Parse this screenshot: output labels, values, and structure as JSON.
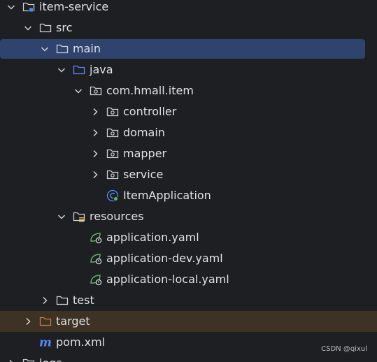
{
  "tree": {
    "items": [
      {
        "id": "item-service",
        "label": "item-service",
        "type": "module",
        "expanded": true
      },
      {
        "id": "src",
        "label": "src",
        "type": "folder",
        "expanded": true
      },
      {
        "id": "main",
        "label": "main",
        "type": "folder",
        "expanded": true,
        "selected": true
      },
      {
        "id": "java",
        "label": "java",
        "type": "source-root",
        "expanded": true
      },
      {
        "id": "package",
        "label": "com.hmall.item",
        "type": "package",
        "expanded": true
      },
      {
        "id": "controller",
        "label": "controller",
        "type": "package",
        "expanded": false
      },
      {
        "id": "domain",
        "label": "domain",
        "type": "package",
        "expanded": false
      },
      {
        "id": "mapper",
        "label": "mapper",
        "type": "package",
        "expanded": false
      },
      {
        "id": "service",
        "label": "service",
        "type": "package",
        "expanded": false
      },
      {
        "id": "ItemApplication",
        "label": "ItemApplication",
        "type": "spring-class"
      },
      {
        "id": "resources",
        "label": "resources",
        "type": "resources-root",
        "expanded": true
      },
      {
        "id": "application-yaml",
        "label": "application.yaml",
        "type": "yaml"
      },
      {
        "id": "application-dev-yaml",
        "label": "application-dev.yaml",
        "type": "yaml"
      },
      {
        "id": "application-local-yaml",
        "label": "application-local.yaml",
        "type": "yaml"
      },
      {
        "id": "test",
        "label": "test",
        "type": "folder",
        "expanded": false
      },
      {
        "id": "target",
        "label": "target",
        "type": "excluded-folder",
        "expanded": false
      },
      {
        "id": "pom",
        "label": "pom.xml",
        "type": "maven"
      },
      {
        "id": "logs",
        "label": "logs",
        "type": "folder",
        "expanded": false
      }
    ]
  },
  "watermark": "CSDN @qixul",
  "colors": {
    "background": "#1e1f22",
    "selection": "#2e436e",
    "excluded_row": "#3d3223",
    "text": "#dfe1e5",
    "folder_icon": "#ced0d6",
    "source_root_icon": "#548af7",
    "excluded_icon": "#c77d55",
    "spring_icon": "#5fb865",
    "maven_icon": "#548af7"
  }
}
